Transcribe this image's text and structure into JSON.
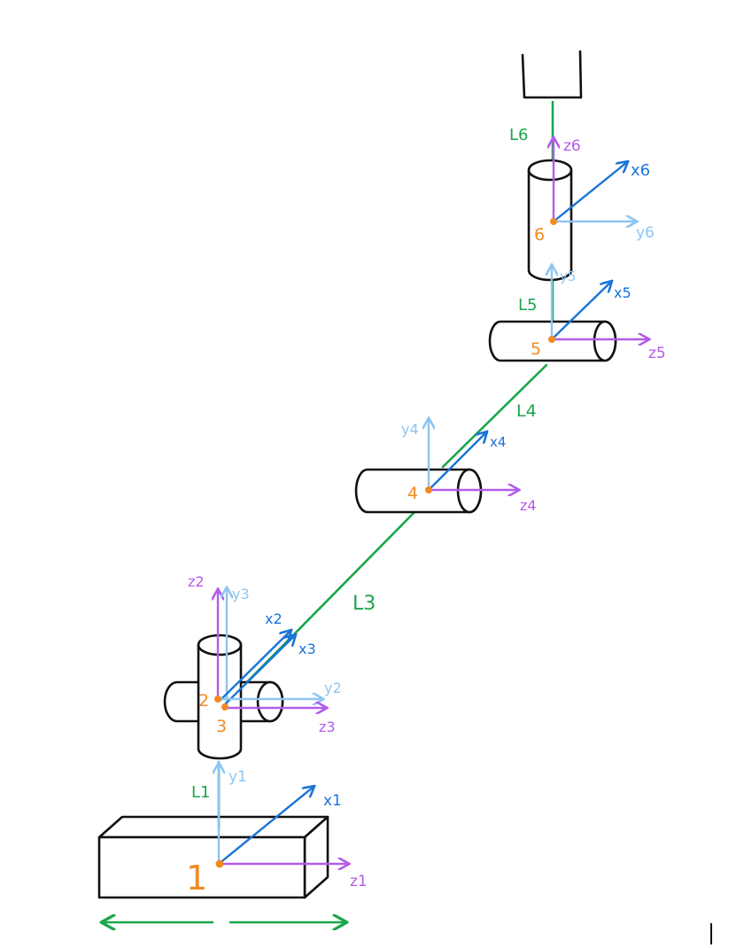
{
  "colors": {
    "link": "#1aa64a",
    "x_axis": "#1a73d9",
    "y_axis": "#8ec5f2",
    "z_axis": "#b35ce8",
    "joint": "#f08a24",
    "outline": "#111111"
  },
  "joints": [
    {
      "label": "1"
    },
    {
      "label": "2"
    },
    {
      "label": "3"
    },
    {
      "label": "4"
    },
    {
      "label": "5"
    },
    {
      "label": "6"
    }
  ],
  "links": [
    {
      "label": "L1"
    },
    {
      "label": "L3"
    },
    {
      "label": "L4"
    },
    {
      "label": "L5"
    },
    {
      "label": "L6"
    }
  ],
  "frames": {
    "f1": {
      "x": "x1",
      "y": "y1",
      "z": "z1"
    },
    "f2": {
      "x": "x2",
      "y": "y2",
      "z": "z2"
    },
    "f3": {
      "x": "x3",
      "y": "y3",
      "z": "z3"
    },
    "f4": {
      "x": "x4",
      "y": "y4",
      "z": "z4"
    },
    "f5": {
      "x": "x5",
      "y": "y5",
      "z": "z5"
    },
    "f6": {
      "x": "x6",
      "y": "y6",
      "z": "z6"
    }
  },
  "base_motion": "prismatic-double-arrow"
}
